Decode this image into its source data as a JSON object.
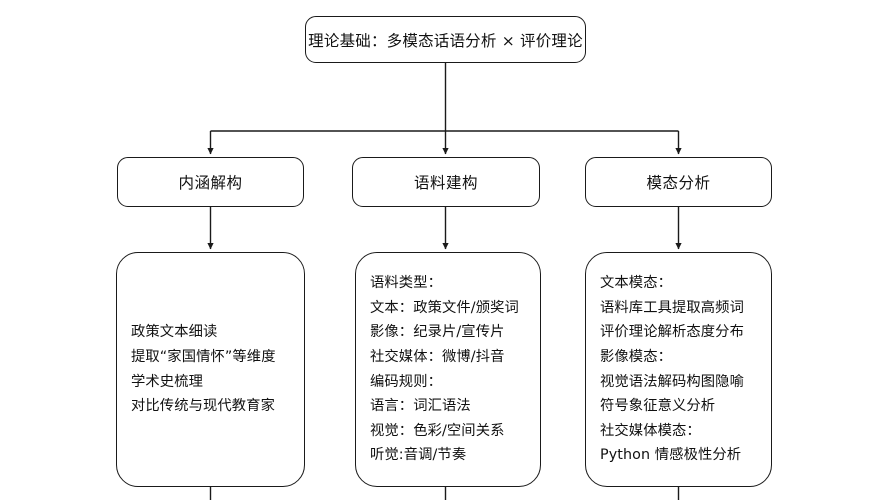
{
  "diagram": {
    "type": "flowchart",
    "orientation": "top-down",
    "background_color": "#ffffff",
    "stroke_color": "#1a1a1a",
    "text_color": "#111111",
    "root": {
      "label": "理论基础：多模态话语分析 × 评价理论"
    },
    "branches": [
      {
        "head": "内涵解构",
        "detail_lines": [
          "政策文本细读",
          "提取“家国情怀”等维度",
          "学术史梳理",
          "对比传统与现代教育家"
        ]
      },
      {
        "head": "语料建构",
        "detail_lines": [
          "语料类型：",
          "文本：政策文件/颁奖词",
          "影像：纪录片/宣传片",
          "社交媒体：微博/抖音",
          "编码规则：",
          "语言：词汇语法",
          "视觉：色彩/空间关系",
          "听觉:音调/节奏"
        ]
      },
      {
        "head": "模态分析",
        "detail_lines": [
          "文本模态：",
          "语料库工具提取高频词",
          "评价理论解析态度分布",
          "影像模态：",
          "视觉语法解码构图隐喻",
          "符号象征意义分析",
          "社交媒体模态：",
          "Python 情感极性分析"
        ]
      }
    ]
  }
}
